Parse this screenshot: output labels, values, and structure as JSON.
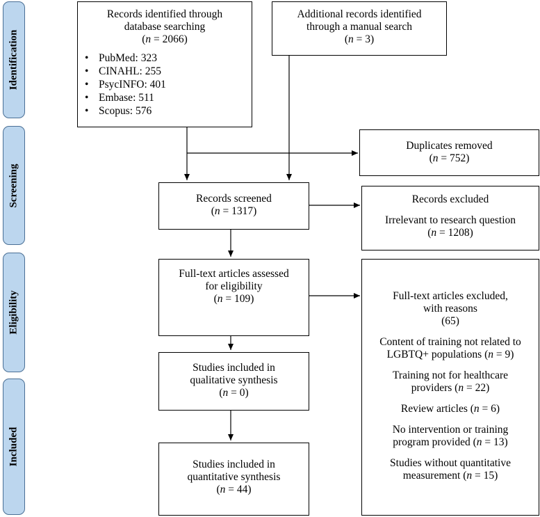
{
  "stages": {
    "identification": "Identification",
    "screening": "Screening",
    "eligibility": "Eligibility",
    "included": "Included"
  },
  "db_search": {
    "line1": "Records identified through",
    "line2": "database searching",
    "n_value": "2066",
    "sources": [
      "PubMed: 323",
      "CINAHL: 255",
      "PsycINFO: 401",
      "Embase: 511",
      "Scopus: 576"
    ]
  },
  "manual_search": {
    "line1": "Additional records identified",
    "line2": "through a manual search",
    "n_value": "3"
  },
  "duplicates": {
    "line1": "Duplicates removed",
    "n_value": "752"
  },
  "screened": {
    "line1": "Records screened",
    "n_value": "1317"
  },
  "excluded": {
    "line1": "Records excluded",
    "line2": "Irrelevant to research question",
    "n_value": "1208"
  },
  "fulltext": {
    "line1": "Full-text articles assessed",
    "line2": "for eligibility",
    "n_value": "109"
  },
  "fulltext_excluded": {
    "line1": "Full-text articles excluded,",
    "line2": "with reasons",
    "n_value": "65",
    "reasons": [
      {
        "line1": "Content of training not related to",
        "line2": "LGBTQ+ populations",
        "n_value": "9"
      },
      {
        "line1": "Training not for healthcare",
        "line2": "providers",
        "n_value": "22"
      },
      {
        "line1": "",
        "line2": "Review articles",
        "n_value": "6"
      },
      {
        "line1": "No intervention or training",
        "line2": "program provided",
        "n_value": "13"
      },
      {
        "line1": "Studies without quantitative",
        "line2": "measurement",
        "n_value": "15"
      }
    ]
  },
  "qualitative": {
    "line1": "Studies included in",
    "line2": "qualitative synthesis",
    "n_value": "0"
  },
  "quantitative": {
    "line1": "Studies included in",
    "line2": "quantitative synthesis",
    "n_value": "44"
  }
}
